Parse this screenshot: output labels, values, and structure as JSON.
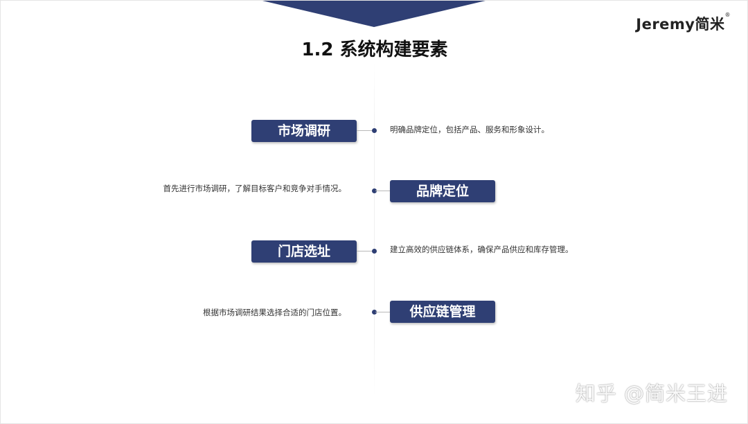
{
  "logo": {
    "text": "Jeremy简米",
    "mark": "®"
  },
  "title": "1.2 系统构建要素",
  "items": [
    {
      "label": "市场调研",
      "description": "明确品牌定位，包括产品、服务和形象设计。"
    },
    {
      "label": "品牌定位",
      "description": "首先进行市场调研，了解目标客户和竞争对手情况。"
    },
    {
      "label": "门店选址",
      "description": "建立高效的供应链体系，确保产品供应和库存管理。"
    },
    {
      "label": "供应链管理",
      "description": "根据市场调研结果选择合适的门店位置。"
    }
  ],
  "watermark": "知乎 @简米王进",
  "colors": {
    "accent": "#2f3f74",
    "connector": "#b8b8b8"
  }
}
